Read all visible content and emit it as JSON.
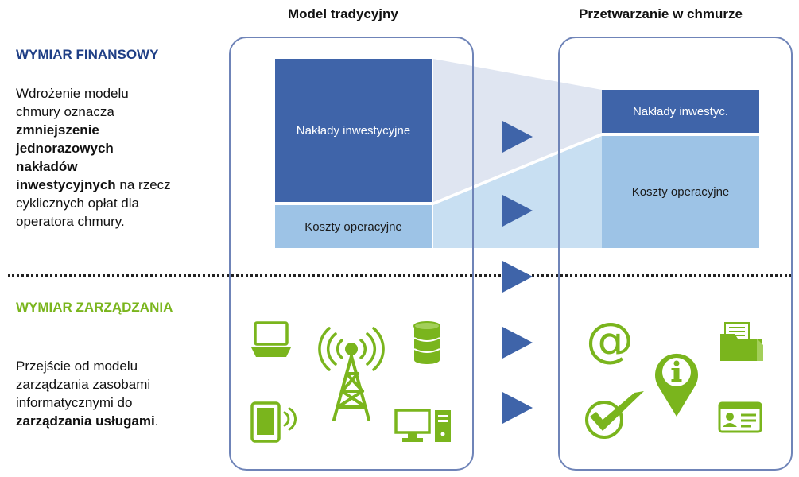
{
  "columns": {
    "traditional": "Model tradycyjny",
    "cloud": "Przetwarzanie w chmurze"
  },
  "financial": {
    "title": "WYMIAR FINANSOWY",
    "text_1": "Wdrożenie modelu chmury oznacza",
    "bold": "zmniejszenie jednorazowych nakładów inwestycyjnych",
    "text_2": " na rzecz cyklicznych opłat dla operatora chmury."
  },
  "management": {
    "title": "WYMIAR ZARZĄDZANIA",
    "text_1": "Przejście od modelu zarządzania zasobami informatycznymi do ",
    "bold": "zarządzania usługami",
    "text_2": "."
  },
  "boxes": {
    "trad_capex": "Nakłady inwestycyjne",
    "trad_opex": "Koszty operacyjne",
    "cloud_capex": "Nakłady inwestyc.",
    "cloud_opex": "Koszty operacyjne"
  },
  "colors": {
    "dark_blue": "#3f64a9",
    "light_blue": "#9dc3e6",
    "green": "#7ab51d",
    "navy": "#1f3f86",
    "panel_border": "#6f84b8"
  },
  "icons": {
    "traditional": [
      "laptop-icon",
      "antenna-tower-icon",
      "database-icon",
      "tablet-icon",
      "desktop-computer-icon"
    ],
    "cloud": [
      "at-sign-icon",
      "folder-icon",
      "info-pin-icon",
      "checkmark-icon",
      "id-card-icon"
    ]
  }
}
